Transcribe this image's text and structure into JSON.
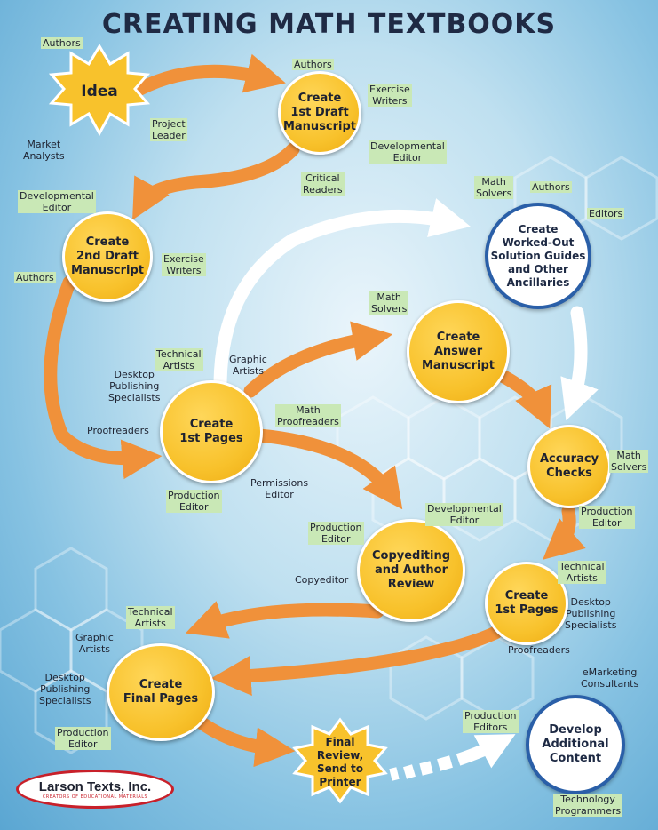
{
  "title": "CREATING MATH TEXTBOOKS",
  "nodes": {
    "idea": "Idea",
    "draft1": "Create\n1st Draft\nManuscript",
    "draft2": "Create\n2nd Draft\nManuscript",
    "pages1": "Create\n1st Pages",
    "answer": "Create\nAnswer\nManuscript",
    "worked": "Create\nWorked-Out\nSolution Guides\nand Other\nAncillaries",
    "accuracy": "Accuracy\nChecks",
    "copyedit": "Copyediting\nand Author\nReview",
    "pages1b": "Create\n1st Pages",
    "final": "Create\nFinal Pages",
    "review": "Final\nReview,\nSend to\nPrinter",
    "develop": "Develop\nAdditional\nContent"
  },
  "roles": {
    "authors_a": "Authors",
    "market_analysts": "Market\nAnalysts",
    "project_leader": "Project\nLeader",
    "authors_b": "Authors",
    "exercise_writers_a": "Exercise\nWriters",
    "dev_editor_a": "Developmental\nEditor",
    "critical_readers": "Critical\nReaders",
    "dev_editor_b": "Developmental\nEditor",
    "exercise_writers_b": "Exercise\nWriters",
    "authors_c": "Authors",
    "math_solvers_a": "Math\nSolvers",
    "authors_d": "Authors",
    "editors_a": "Editors",
    "math_solvers_b": "Math\nSolvers",
    "technical_artists_a": "Technical\nArtists",
    "graphic_artists_a": "Graphic\nArtists",
    "dtp_a": "Desktop\nPublishing\nSpecialists",
    "proofreaders_a": "Proofreaders",
    "math_proofreaders": "Math\nProofreaders",
    "permissions_editor": "Permissions\nEditor",
    "production_editor_a": "Production\nEditor",
    "math_solvers_c": "Math\nSolvers",
    "production_editor_b": "Production\nEditor",
    "dev_editor_c": "Developmental\nEditor",
    "production_editor_c": "Production\nEditor",
    "copyeditor": "Copyeditor",
    "technical_artists_b": "Technical\nArtists",
    "dtp_b": "Desktop\nPublishing\nSpecialists",
    "proofreaders_b": "Proofreaders",
    "technical_artists_c": "Technical\nArtists",
    "graphic_artists_b": "Graphic\nArtists",
    "dtp_c": "Desktop\nPublishing\nSpecialists",
    "production_editor_d": "Production\nEditor",
    "production_editors": "Production\nEditors",
    "emarketing": "eMarketing\nConsultants",
    "tech_programmers": "Technology\nProgrammers"
  },
  "logo": {
    "name": "Larson Texts, Inc.",
    "tagline": "CREATORS OF EDUCATIONAL MATERIALS"
  },
  "colors": {
    "orange_arrow": "#f0913a",
    "gold_node": "#f8c22c",
    "blue_ring": "#2a5fa8",
    "tag_green": "#c9e8b6"
  }
}
